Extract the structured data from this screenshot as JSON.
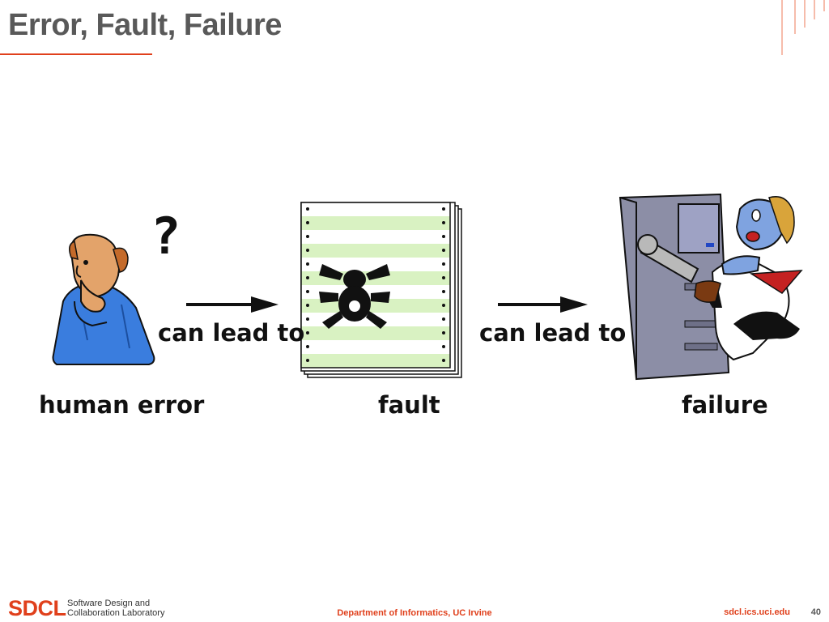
{
  "slide": {
    "title": "Error, Fault, Failure",
    "page_number": "40"
  },
  "diagram": {
    "question_mark": "?",
    "arrow1_label": "can lead to",
    "arrow2_label": "can lead to",
    "captions": {
      "human_error": "human error",
      "fault": "fault",
      "failure": "failure"
    }
  },
  "footer": {
    "logo": "SDCL",
    "lab_line1": "Software Design and",
    "lab_line2": "Collaboration Laboratory",
    "department": "Department of Informatics, UC Irvine",
    "url": "sdcl.ics.uci.edu"
  },
  "colors": {
    "accent": "#e0401c",
    "title_gray": "#595959",
    "sheet_green": "#d9f2c2"
  }
}
